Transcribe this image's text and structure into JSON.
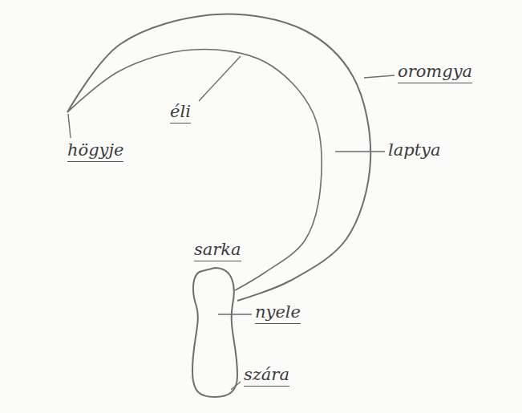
{
  "diagram": {
    "labels": [
      "éli",
      "oromgya",
      "högyje",
      "laptya",
      "sarka",
      "nyele",
      "szára"
    ]
  }
}
